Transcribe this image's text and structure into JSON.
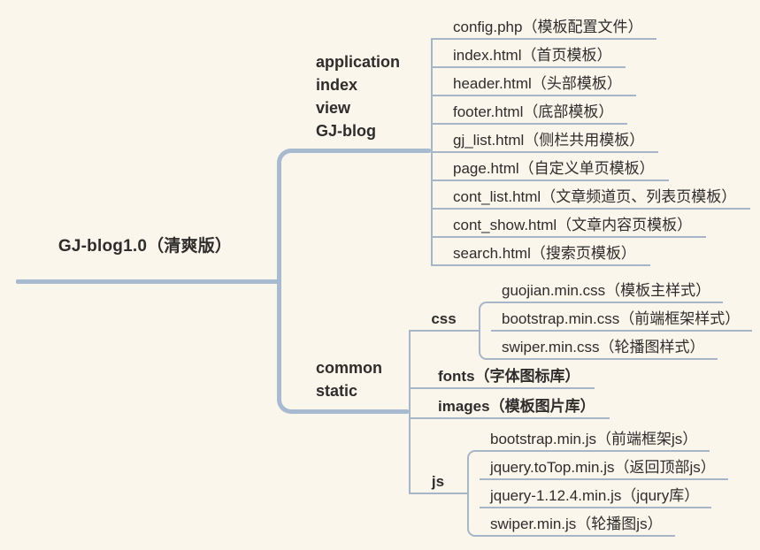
{
  "colors": {
    "background": "#fbf6ec",
    "line_thick": "#a8bacf",
    "line_thin": "#a6b5c8",
    "text": "#2e2d2b"
  },
  "root": {
    "label": "GJ-blog1.0（清爽版）"
  },
  "branch_top": {
    "label_lines": [
      "application",
      "index",
      "view",
      "GJ-blog"
    ],
    "children": [
      "config.php（模板配置文件）",
      "index.html（首页模板）",
      "header.html（头部模板）",
      "footer.html（底部模板）",
      "gj_list.html（侧栏共用模板）",
      "page.html（自定义单页模板）",
      "cont_list.html（文章频道页、列表页模板）",
      "cont_show.html（文章内容页模板）",
      "search.html（搜索页模板）"
    ]
  },
  "branch_bottom": {
    "label_lines": [
      "common",
      "static"
    ],
    "css": {
      "label": "css",
      "children": [
        "guojian.min.css（模板主样式）",
        "bootstrap.min.css（前端框架样式）",
        "swiper.min.css（轮播图样式）"
      ]
    },
    "fonts": {
      "label": "fonts（字体图标库）"
    },
    "images": {
      "label": "images（模板图片库）"
    },
    "js": {
      "label": "js",
      "children": [
        "bootstrap.min.js（前端框架js）",
        "jquery.toTop.min.js（返回顶部js）",
        "jquery-1.12.4.min.js（jqury库）",
        "swiper.min.js（轮播图js）"
      ]
    }
  }
}
